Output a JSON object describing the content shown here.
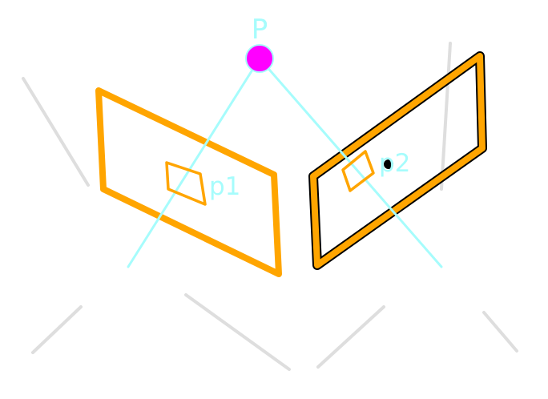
{
  "labels": {
    "point": "P",
    "projection_left": "p1",
    "projection_right": "p2"
  },
  "colors": {
    "image_plane": "#ffa500",
    "image_plane_inner": "#000000",
    "projection_ray": "#a6fcfc",
    "scene_point": "#ff00ff",
    "scene_point_outline": "#a6fcfc",
    "projected_point": "#000000",
    "label_text": "#a6fcfc",
    "background_strokes": "#dedede"
  }
}
